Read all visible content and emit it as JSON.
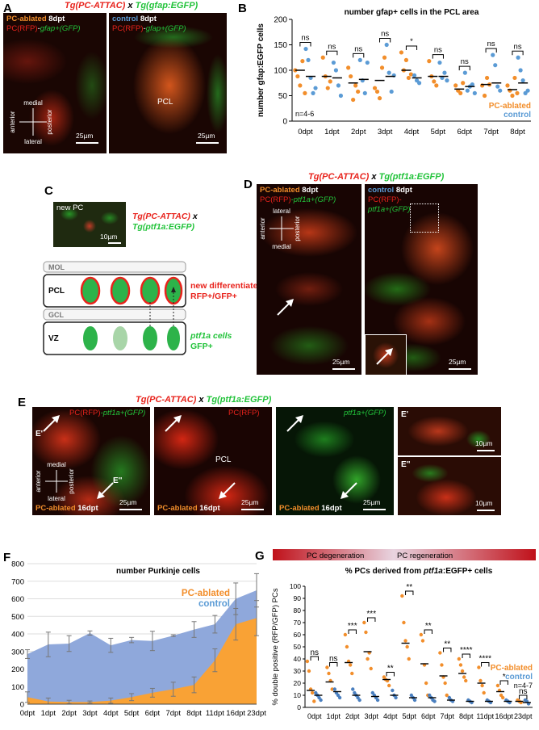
{
  "panel_letters": {
    "A": "A",
    "B": "B",
    "C": "C",
    "D": "D",
    "E": "E",
    "F": "F",
    "G": "G"
  },
  "panelA": {
    "title_left": "Tg(PC-ATTAC)",
    "title_x": "x",
    "title_right": "Tg(gfap:EGFP)",
    "left_cond": "PC-ablated",
    "left_time": "8dpt",
    "left_pc": "PC(RFP)",
    "left_dash": "-",
    "left_gfap": "gfap+(GFP)",
    "right_cond": "control",
    "right_time": "8dpt",
    "right_pc": "PC(RFP)",
    "right_dash": "-",
    "right_gfap": "gfap+(GFP)",
    "pcl": "PCL",
    "axis_medial": "medial",
    "axis_lateral": "lateral",
    "axis_anterior": "anterior",
    "axis_posterior": "posterior",
    "scale": "25µm",
    "scale2": "25µm"
  },
  "panelC": {
    "new_pc": "new PC",
    "scale": "10µm",
    "tg1": "Tg(PC-ATTAC)",
    "x": "x",
    "tg2": "Tg(ptf1a:EGFP)",
    "mol": "MOL",
    "pcl": "PCL",
    "gcl": "GCL",
    "vz": "VZ",
    "new_diff": "new differentiated PCs",
    "rfp_gfp": "RFP+/GFP+",
    "ptf1a_cells": "ptf1a cells",
    "gfp_plus": "GFP+"
  },
  "panelD": {
    "title_left": "Tg(PC-ATTAC)",
    "title_x": "x",
    "title_right": "Tg(ptf1a:EGFP)",
    "left_cond": "PC-ablated",
    "left_time": "8dpt",
    "left_pc": "PC(RFP)",
    "left_ptf": "-ptf1a+(GFP)",
    "right_cond": "control",
    "right_time": "8dpt",
    "right_pc": "PC(RFP)-",
    "right_ptf": "ptf1a+(GFP)",
    "axis_lateral": "lateral",
    "axis_medial": "medial",
    "axis_anterior": "anterior",
    "axis_posterior": "posterior",
    "scale": "25µm",
    "scale2": "25µm"
  },
  "panelE": {
    "title_left": "Tg(PC-ATTAC)",
    "title_x": "x",
    "title_right": "Tg(ptf1a:EGFP)",
    "p1_label_red": "PC(RFP)",
    "p1_label_green": "-ptf1a+(GFP)",
    "p2_label": "PC(RFP)",
    "p3_label": "ptf1a+(GFP)",
    "eprime": "E'",
    "edprime": "E''",
    "pcl": "PCL",
    "cond": "PC-ablated",
    "time": "16dpt",
    "axis_medial": "medial",
    "axis_lateral": "lateral",
    "axis_anterior": "anterior",
    "axis_posterior": "posterior",
    "scale25": "25µm",
    "scale10": "10µm"
  },
  "chart_data": [
    {
      "panel": "B",
      "type": "scatter",
      "title": "number gfap+ cells in the PCL area",
      "ylabel": "number gfap:EGFP cells",
      "ylim": [
        0,
        200
      ],
      "yticks": [
        "0",
        "50",
        "100",
        "150",
        "200"
      ],
      "categories": [
        "0dpt",
        "1dpt",
        "2dpt",
        "3dpt",
        "4dpt",
        "5dpt",
        "6dpt",
        "7dpt",
        "8dpt"
      ],
      "note": "n=4-6",
      "significance": [
        "ns",
        "ns",
        "ns",
        "ns",
        "*",
        "ns",
        "ns",
        "ns",
        "ns"
      ],
      "series": [
        {
          "name": "PC-ablated",
          "color": "#f28e2b",
          "points": [
            [
              100,
              88,
              70,
              118,
              55
            ],
            [
              125,
              88,
              65,
              78
            ],
            [
              105,
              88,
              42,
              70,
              58
            ],
            [
              65,
              58,
              45,
              105,
              125
            ],
            [
              135,
              100,
              120,
              85,
              92
            ],
            [
              118,
              88,
              78,
              70
            ],
            [
              70,
              60,
              55,
              75
            ],
            [
              70,
              50,
              85,
              72
            ],
            [
              70,
              60,
              50,
              85,
              55
            ]
          ],
          "means": [
            100,
            88,
            75,
            80,
            100,
            88,
            63,
            72,
            62
          ]
        },
        {
          "name": "control",
          "color": "#5b9bd5",
          "points": [
            [
              142,
              120,
              85,
              55,
              65
            ],
            [
              115,
              100,
              70,
              50
            ],
            [
              120,
              80,
              55,
              115
            ],
            [
              150,
              95,
              58,
              90
            ],
            [
              90,
              80,
              75
            ],
            [
              115,
              85,
              95,
              80
            ],
            [
              95,
              60,
              68,
              72,
              55
            ],
            [
              130,
              110,
              68,
              60
            ],
            [
              125,
              100,
              80,
              55,
              60
            ]
          ],
          "means": [
            88,
            85,
            82,
            88,
            85,
            88,
            68,
            75,
            75
          ]
        }
      ]
    },
    {
      "panel": "F",
      "type": "area",
      "title": "number Purkinje cells",
      "ylim": [
        0,
        800
      ],
      "yticks": [
        "0",
        "100",
        "200",
        "300",
        "400",
        "500",
        "600",
        "700",
        "800"
      ],
      "categories": [
        "0dpt",
        "1dpt",
        "2dpt",
        "3dpt",
        "4dpt",
        "5dpt",
        "6dpt",
        "7dpt",
        "8dpt",
        "11dpt",
        "16dpt",
        "23dpt"
      ],
      "series": [
        {
          "name": "control",
          "color": "#8fa8db",
          "values": [
            285,
            340,
            345,
            405,
            335,
            365,
            360,
            390,
            425,
            455,
            600,
            648
          ],
          "errors": [
            25,
            70,
            45,
            12,
            40,
            15,
            55,
            5,
            45,
            50,
            90,
            95
          ]
        },
        {
          "name": "PC-ablated",
          "color": "#f9a235",
          "values": [
            40,
            15,
            12,
            12,
            20,
            40,
            65,
            85,
            110,
            250,
            455,
            490
          ],
          "errors": [
            30,
            20,
            10,
            6,
            15,
            20,
            25,
            40,
            45,
            65,
            90,
            100
          ]
        }
      ]
    },
    {
      "panel": "G",
      "type": "scatter",
      "title": "% PCs derived from ptf1a:EGFP+ cells",
      "title_prefix": "% PCs derived from ",
      "title_gene": "ptf1a",
      "title_suffix": ":EGFP+ cells",
      "ylabel": "% double positive (RFP/GFP) PCs",
      "ylim": [
        0,
        100
      ],
      "yticks": [
        "0",
        "10",
        "20",
        "30",
        "40",
        "50",
        "60",
        "70",
        "80",
        "90",
        "100"
      ],
      "categories": [
        "0dpt",
        "1dpt",
        "2dpt",
        "3dpt",
        "4dpt",
        "5dpt",
        "6dpt",
        "7dpt",
        "8dpt",
        "11dpt",
        "16dpt",
        "23dpt"
      ],
      "bar_degeneration": "PC degeneration",
      "bar_regeneration": "PC regeneration",
      "note": "n=4-7",
      "significance": [
        "ns",
        "ns",
        "***",
        "***",
        "**",
        "**",
        "**",
        "**",
        "****",
        "****",
        "*",
        "ns"
      ],
      "series": [
        {
          "name": "PC-ablated",
          "color": "#f28e2b",
          "points": [
            [
              38,
              30,
              15,
              12,
              5
            ],
            [
              33,
              28,
              22,
              15
            ],
            [
              60,
              50,
              38,
              35,
              28
            ],
            [
              70,
              62,
              40,
              45,
              32
            ],
            [
              25,
              23,
              22,
              18
            ],
            [
              92,
              70,
              55,
              50,
              40
            ],
            [
              60,
              55,
              35,
              20,
              10
            ],
            [
              45,
              35,
              25,
              20,
              10
            ],
            [
              40,
              35,
              30,
              25,
              22
            ],
            [
              33,
              22,
              18,
              12
            ],
            [
              18,
              14,
              10,
              8
            ],
            [
              6,
              5,
              4
            ]
          ],
          "means": [
            14,
            21,
            37,
            46,
            23,
            53,
            36,
            26,
            28,
            20,
            13,
            5
          ]
        },
        {
          "name": "control",
          "color": "#4a7fbf",
          "points": [
            [
              12,
              10,
              8,
              6
            ],
            [
              15,
              12,
              10,
              8
            ],
            [
              15,
              12,
              10,
              8,
              6
            ],
            [
              12,
              10,
              8,
              6
            ],
            [
              14,
              10,
              8
            ],
            [
              10,
              8,
              6
            ],
            [
              10,
              8,
              6,
              5
            ],
            [
              8,
              6,
              5
            ],
            [
              6,
              5,
              4
            ],
            [
              6,
              5,
              4
            ],
            [
              6,
              5,
              4
            ],
            [
              6,
              5,
              3
            ]
          ],
          "means": [
            10,
            13,
            10,
            9,
            10,
            8,
            8,
            6,
            5,
            5,
            5,
            4
          ]
        }
      ]
    }
  ]
}
